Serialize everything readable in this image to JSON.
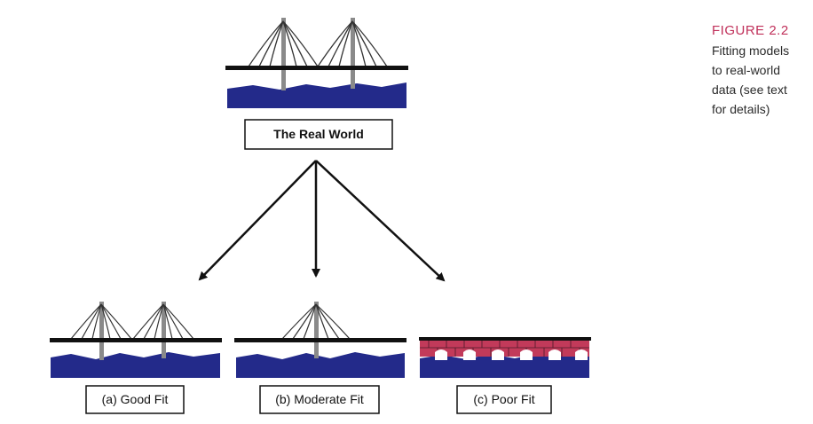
{
  "figure": {
    "caption_title": "FIGURE 2.2",
    "caption_text": "Fitting models\nto real-world\ndata (see text\nfor details)"
  },
  "diagram": {
    "top_label": "The Real World",
    "fits": [
      {
        "label": "(a) Good Fit"
      },
      {
        "label": "(b) Moderate Fit"
      },
      {
        "label": "(c) Poor Fit"
      }
    ]
  },
  "colors": {
    "water": "#232a8a",
    "deck": "#111111",
    "tower": "#8a8a8a",
    "cable": "#333333",
    "brick": "#c23a5a",
    "caption_title": "#c0305a"
  }
}
